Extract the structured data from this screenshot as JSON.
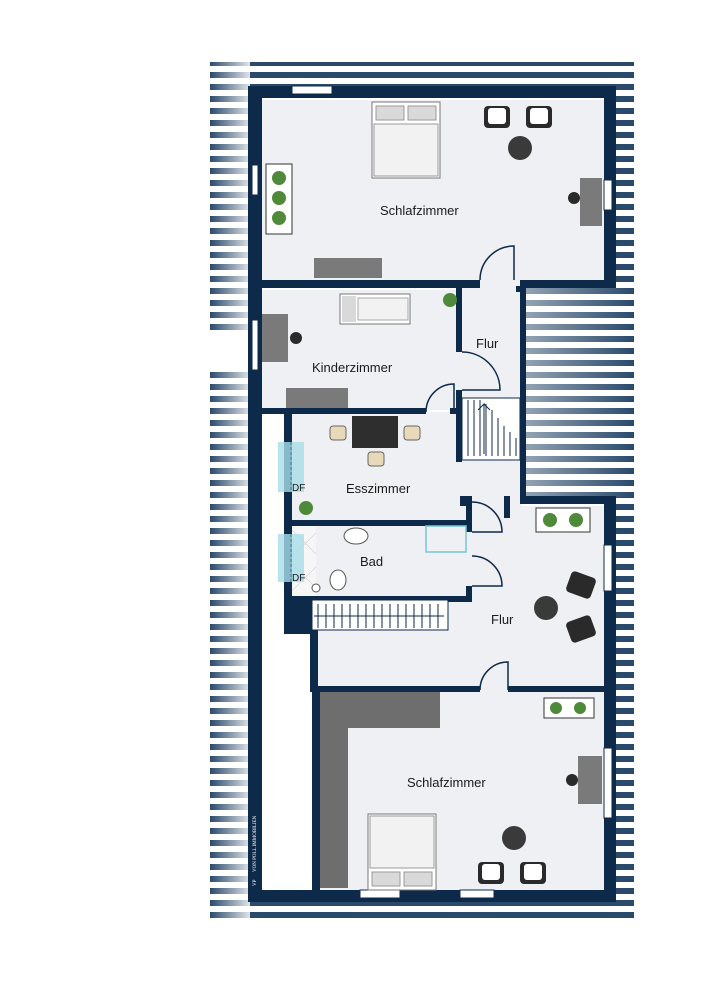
{
  "rooms": {
    "schlafzimmer_top": "Schlafzimmer",
    "kinderzimmer": "Kinderzimmer",
    "flur_top": "Flur",
    "esszimmer": "Esszimmer",
    "bad": "Bad",
    "flur_bottom": "Flur",
    "schlafzimmer_bottom": "Schlafzimmer"
  },
  "labels": {
    "df_upper": "DF",
    "df_lower": "DF"
  },
  "logo": {
    "mark": "VP",
    "text": "VON POLL IMMOBILIEN"
  },
  "colors": {
    "wall": "#0e2a4a",
    "floor": "#eef0f4",
    "roof_stripe": "#1b3a5c",
    "bath_tile": "#f4f4f4",
    "window_glass": "#a8dde8"
  }
}
